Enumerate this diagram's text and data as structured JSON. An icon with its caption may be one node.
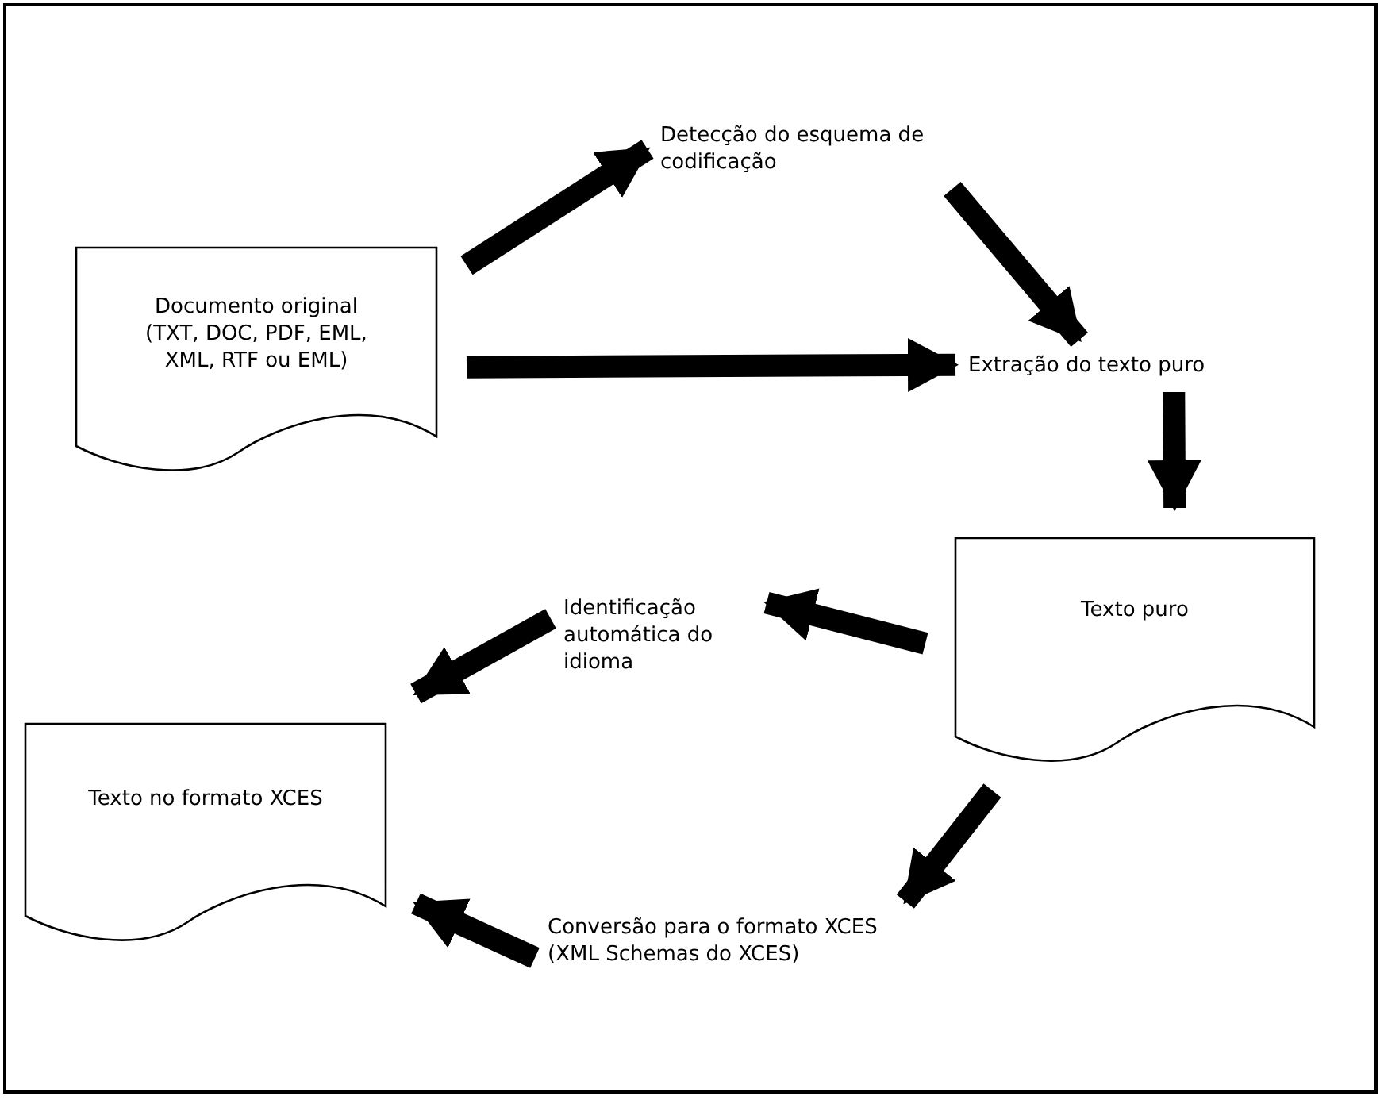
{
  "diagram": {
    "nodes": [
      {
        "text": [
          "Documento original (TXT, DOC, PDF, EML, XML, RTF ou EML)"
        ]
      },
      {
        "text": [
          "Detecção do esquema de codificação"
        ]
      },
      {
        "text": [
          "Extração do texto puro"
        ]
      },
      {
        "text": [
          "Texto puro"
        ]
      },
      {
        "text": [
          "Identificação automática do idioma"
        ]
      },
      {
        "text": [
          "Texto no formato XCES"
        ]
      },
      {
        "text": [
          "Conversão para o formato XCES (XML Schemas do XCES)"
        ]
      }
    ],
    "edges": [
      {
        "from": 0,
        "to": 1,
        "arrow": "to"
      },
      {
        "from": 1,
        "to": 2,
        "arrow": "to"
      },
      {
        "from": 0,
        "to": 2,
        "arrow": "to"
      },
      {
        "from": 2,
        "to": 3,
        "arrow": "to"
      },
      {
        "from": 3,
        "to": 4,
        "arrow": "to"
      },
      {
        "from": 4,
        "to": 5,
        "arrow": "to"
      },
      {
        "from": 3,
        "to": 6,
        "arrow": "to"
      },
      {
        "from": 6,
        "to": 5,
        "arrow": "to"
      }
    ]
  }
}
